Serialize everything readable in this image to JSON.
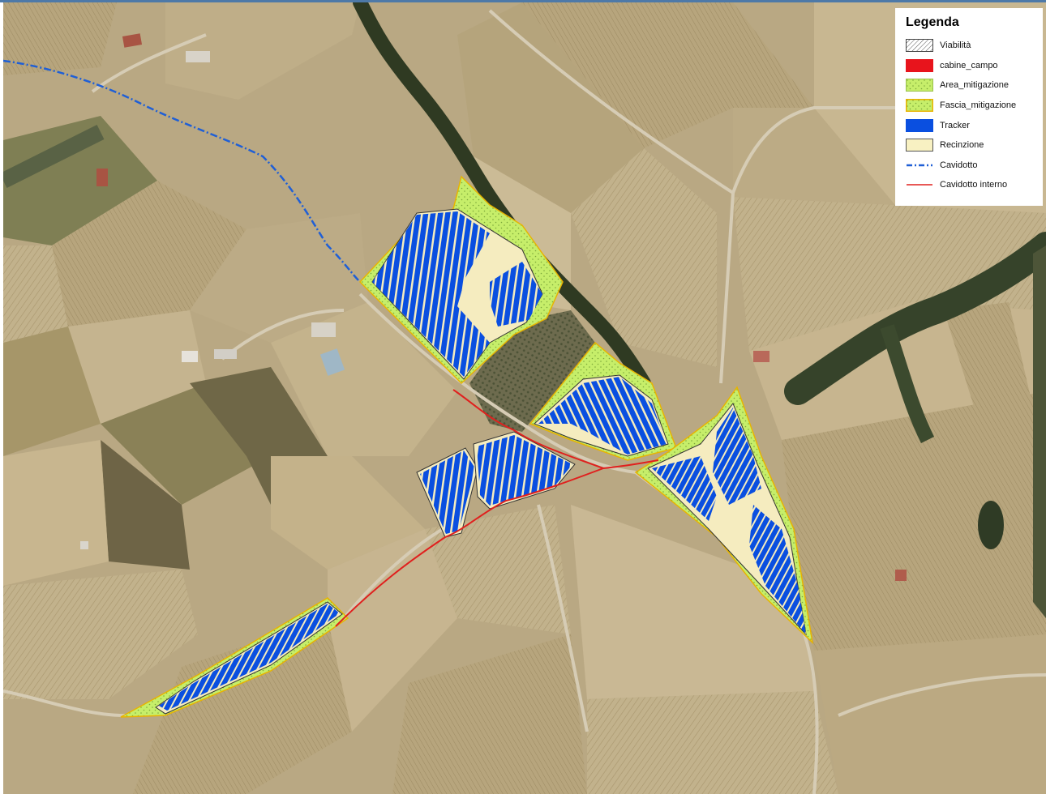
{
  "legend": {
    "title": "Legenda",
    "items": [
      {
        "label": "Viabilità",
        "symbol": "hatch-icon",
        "color": "#ffffff"
      },
      {
        "label": "cabine_campo",
        "symbol": "red-square-icon",
        "color": "#e8141c"
      },
      {
        "label": "Area_mitigazione",
        "symbol": "green-dotted-icon",
        "color": "#c6ee6a"
      },
      {
        "label": "Fascia_mitigazione",
        "symbol": "green-dotted-outline-icon",
        "color": "#c6ee6a"
      },
      {
        "label": "Tracker",
        "symbol": "blue-square-icon",
        "color": "#0a4fe0"
      },
      {
        "label": "Recinzione",
        "symbol": "cream-square-icon",
        "color": "#f8f1c2"
      },
      {
        "label": "Cavidotto",
        "symbol": "blue-dashdot-line-icon",
        "color": "#1f5fd6"
      },
      {
        "label": "Cavidotto interno",
        "symbol": "red-line-icon",
        "color": "#e0201e"
      }
    ]
  },
  "colors": {
    "tracker": "#0a4fe0",
    "recinzione": "#f5ecbf",
    "mitigazione": "#c6ee6a",
    "fascia_outline": "#e8b400",
    "cavidotto": "#1f5fd6",
    "cavidotto_interno": "#e0201e",
    "terrain": "#b9a883"
  }
}
